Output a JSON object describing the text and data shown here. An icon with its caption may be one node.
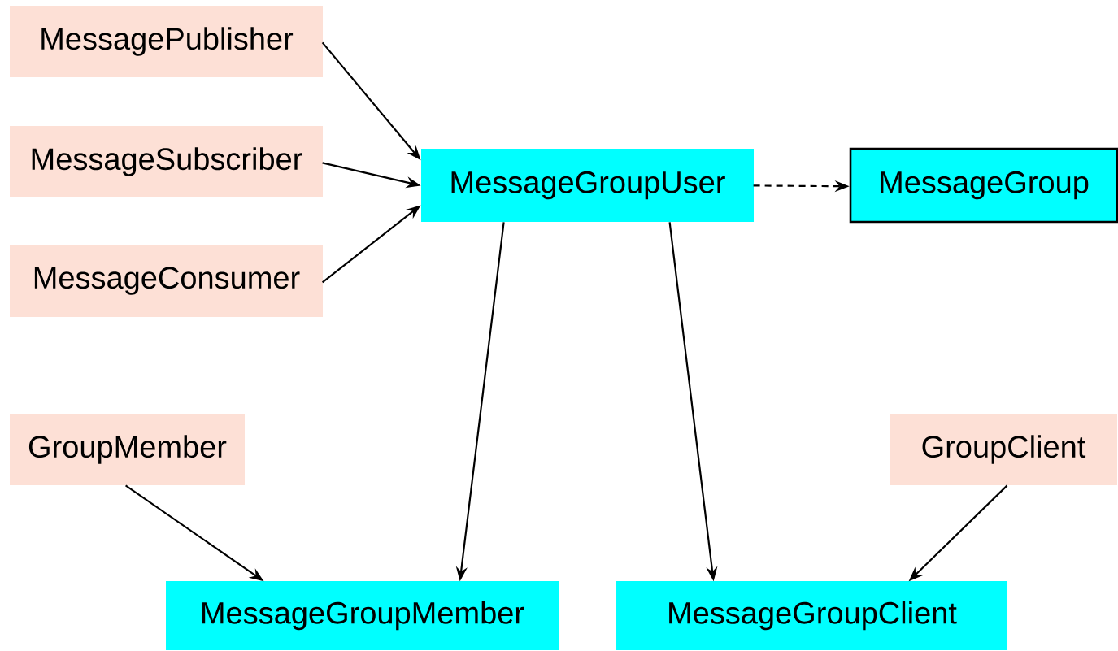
{
  "diagram": {
    "nodes": [
      {
        "text": [
          "MessagePublisher"
        ]
      },
      {
        "text": [
          "MessageSubscriber"
        ]
      },
      {
        "text": [
          "MessageConsumer"
        ]
      },
      {
        "text": [
          "MessageGroupUser"
        ]
      },
      {
        "text": [
          "MessageGroup"
        ]
      },
      {
        "text": [
          "GroupMember"
        ]
      },
      {
        "text": [
          "GroupClient"
        ]
      },
      {
        "text": [
          "MessageGroupMember"
        ]
      },
      {
        "text": [
          "MessageGroupClient"
        ]
      }
    ],
    "edges": [
      {
        "from": 0,
        "to": 3,
        "arrow": "to"
      },
      {
        "from": 1,
        "to": 3,
        "arrow": "to"
      },
      {
        "from": 2,
        "to": 3,
        "arrow": "to"
      },
      {
        "from": 3,
        "to": 4,
        "arrow": "to",
        "style": "dashed"
      },
      {
        "from": 3,
        "to": 7,
        "arrow": "to"
      },
      {
        "from": 3,
        "to": 8,
        "arrow": "to"
      },
      {
        "from": 5,
        "to": 7,
        "arrow": "to"
      },
      {
        "from": 6,
        "to": 8,
        "arrow": "to"
      }
    ]
  }
}
